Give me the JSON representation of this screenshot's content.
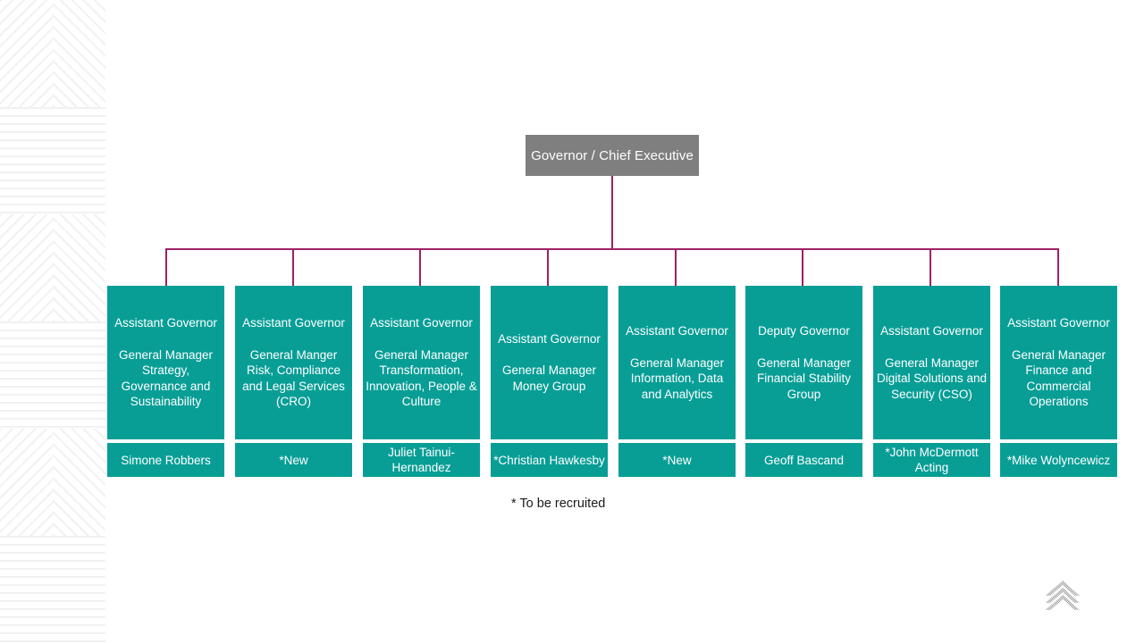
{
  "page": {
    "title": "Organisation Structure Chart",
    "background_color": "#FFFFFF",
    "node_color": "#089E96",
    "root_color": "#7F7F7F",
    "connector_color": "#9E2064"
  },
  "root": {
    "label": "Governor / Chief Executive"
  },
  "columns": [
    {
      "role_title": "Assistant Governor",
      "role_sub": "General Manager Strategy, Governance and Sustainability",
      "name": "Simone Robbers"
    },
    {
      "role_title": "Assistant Governor",
      "role_sub": "General Manger Risk, Compliance and Legal Services (CRO)",
      "name": "*New"
    },
    {
      "role_title": "Assistant Governor",
      "role_sub": "General Manager Transformation, Innovation, People & Culture",
      "name": "Juliet Tainui-Hernandez"
    },
    {
      "role_title": "Assistant Governor",
      "role_sub": "General Manager Money Group",
      "name": "*Christian Hawkesby"
    },
    {
      "role_title": "Assistant Governor",
      "role_sub": "General Manager Information, Data and Analytics",
      "name": "*New"
    },
    {
      "role_title": "Deputy Governor",
      "role_sub": "General Manager Financial Stability Group",
      "name": "Geoff Bascand"
    },
    {
      "role_title": "Assistant Governor",
      "role_sub": "General Manager Digital Solutions and Security (CSO)",
      "name": "*John McDermott Acting"
    },
    {
      "role_title": "Assistant Governor",
      "role_sub": "General Manager Finance and Commercial Operations",
      "name": "*Mike Wolyncewicz"
    }
  ],
  "footnote": {
    "text": "* To be recruited"
  },
  "logo": {
    "name": "rbnz-chevron-logo"
  }
}
